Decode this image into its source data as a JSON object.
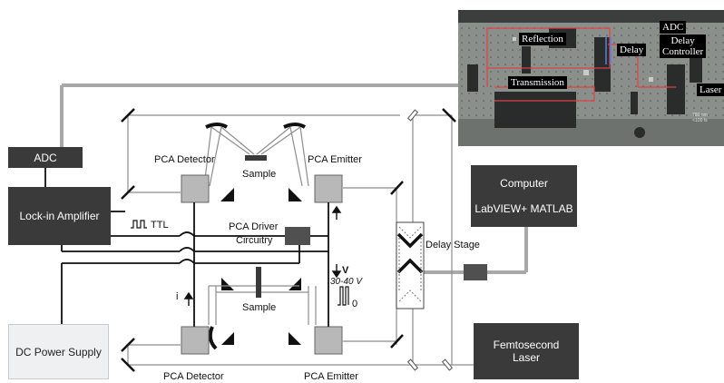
{
  "diagram": {
    "adc": "ADC",
    "lockin": "Lock-in Amplifier",
    "dc_supply": "DC Power Supply",
    "computer": "Computer",
    "software": "LabVIEW+ MATLAB",
    "laser_line1": "Femtosecond",
    "laser_line2": "Laser",
    "ttl": "TTL",
    "pca_driver_line1": "PCA Driver",
    "pca_driver_line2": "Circuitry",
    "top_detector": "PCA Detector",
    "top_emitter": "PCA Emitter",
    "top_sample": "Sample",
    "bottom_detector": "PCA Detector",
    "bottom_emitter": "PCA Emitter",
    "bottom_sample": "Sample",
    "delay_stage": "Delay Stage",
    "voltage_label": "V",
    "voltage_range": "30-40 V",
    "voltage_zero": "0",
    "current_label": "i"
  },
  "photo": {
    "adc": "ADC",
    "reflection": "Reflection",
    "delay": "Delay",
    "delay_controller_line1": "Delay",
    "delay_controller_line2": "Controller",
    "transmission": "Transmission",
    "laser": "Laser",
    "wavelength": "780 nm",
    "pulse": "<100 fs"
  },
  "colors": {
    "dark_box": "#3a3a3a",
    "light_box": "#eef0f1",
    "beam": "#999999",
    "wire": "#111111",
    "photo_overlay": "#e04040"
  }
}
